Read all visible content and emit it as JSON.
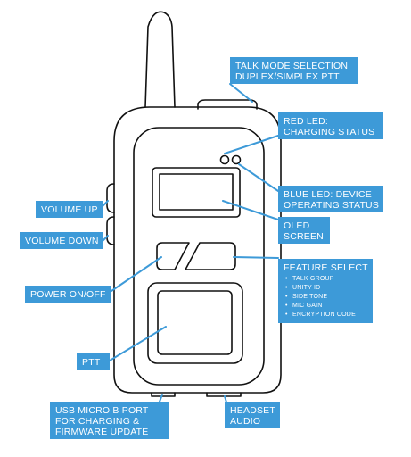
{
  "colors": {
    "callout_bg": "#3d9ad8",
    "callout_text": "#ffffff",
    "outline": "#111111",
    "leader": "#3d9ad8"
  },
  "labels": {
    "talk_mode": {
      "line1": "TALK MODE SELECTION",
      "line2": "DUPLEX/SIMPLEX PTT"
    },
    "red_led": {
      "line1": "RED LED:",
      "line2": "CHARGING STATUS"
    },
    "blue_led": {
      "line1": "BLUE LED: DEVICE",
      "line2": "OPERATING STATUS"
    },
    "oled": {
      "line1": "OLED",
      "line2": "SCREEN"
    },
    "feature_select": {
      "title": "FEATURE SELECT",
      "items": [
        "TALK GROUP",
        "UNITY ID",
        "SIDE TONE",
        "MIC GAIN",
        "ENCRYPTION CODE"
      ]
    },
    "volume_up": "VOLUME UP",
    "volume_down": "VOLUME DOWN",
    "power": "POWER ON/OFF",
    "ptt": "PTT",
    "usb": {
      "line1": "USB MICRO B PORT",
      "line2": "FOR CHARGING &",
      "line3": "FIRMWARE UPDATE"
    },
    "headset": {
      "line1": "HEADSET",
      "line2": "AUDIO"
    }
  }
}
